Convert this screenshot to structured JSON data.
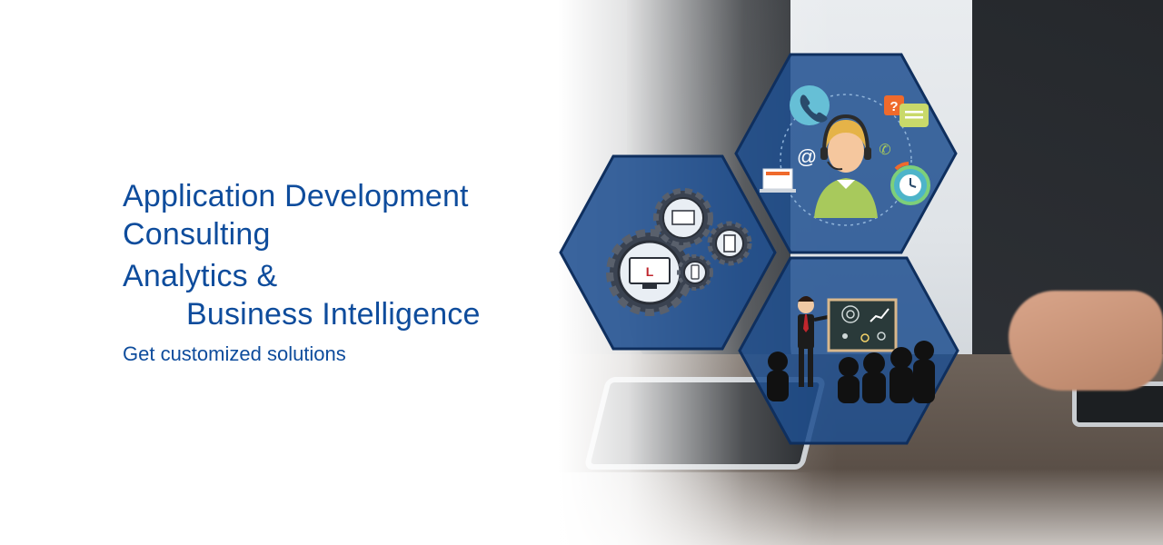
{
  "banner": {
    "headline": {
      "line1": "Application Development",
      "line2": "Consulting",
      "line3": "Analytics &",
      "line4": "Business Intelligence"
    },
    "tagline": "Get customized solutions"
  },
  "hexagons": [
    {
      "topic": "application-development",
      "icon": "gears-monitor-icon"
    },
    {
      "topic": "consulting",
      "icon": "support-agent-icon"
    },
    {
      "topic": "analytics",
      "icon": "presentation-icon"
    }
  ],
  "colors": {
    "headline": "#0e4c9c",
    "hex_fill": "#1f4f8f",
    "hex_border": "#0f2f5e"
  }
}
